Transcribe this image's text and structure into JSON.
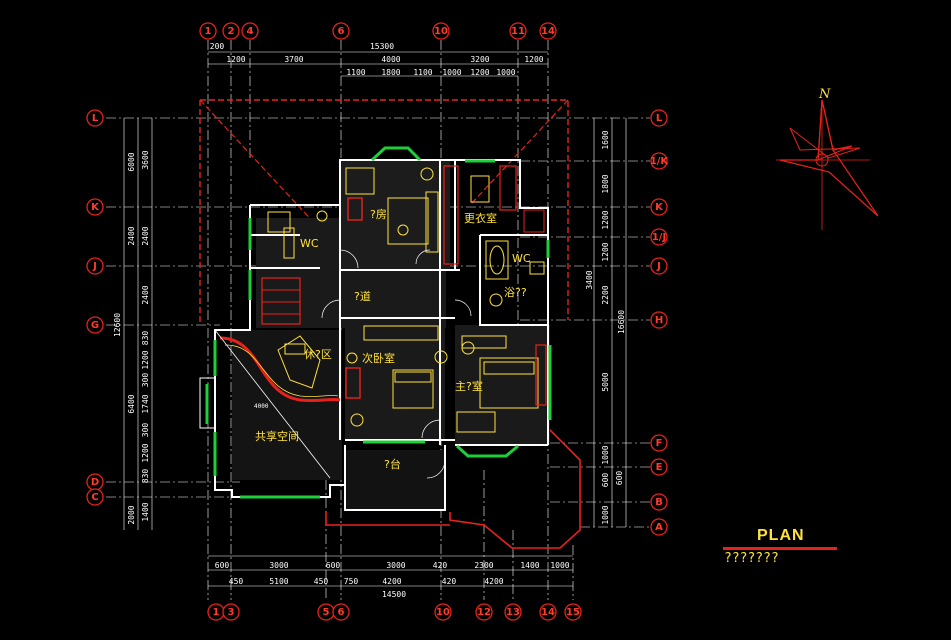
{
  "title_block": {
    "title": "PLAN",
    "subtitle": "???????"
  },
  "north_arrow": {
    "label": "N"
  },
  "grid_axes": {
    "top_numbers": [
      "1",
      "2",
      "4",
      "6",
      "10",
      "11",
      "14"
    ],
    "bottom_numbers": [
      "1",
      "3",
      "5",
      "6",
      "10",
      "12",
      "13",
      "14",
      "15"
    ],
    "left_letters": [
      "L",
      "K",
      "J",
      "G",
      "D",
      "C"
    ],
    "right_letters": [
      "L",
      "1/K",
      "K",
      "1/J",
      "J",
      "H",
      "F",
      "E",
      "B",
      "A"
    ]
  },
  "dimensions": {
    "top_total": "15300",
    "top_row2": [
      "200",
      "1200",
      "3700",
      "4000",
      "3200",
      "1200"
    ],
    "top_row3": [
      "1100",
      "1800",
      "1100",
      "1000",
      "1200",
      "1000"
    ],
    "bottom_row1": [
      "600",
      "3000",
      "600",
      "3000",
      "420",
      "2300",
      "1400",
      "1000"
    ],
    "bottom_row2": [
      "450",
      "5100",
      "450",
      "750",
      "4200",
      "420",
      "4200"
    ],
    "bottom_total": "14500",
    "left_outer": [
      "6000",
      "2400",
      "6400",
      "2000"
    ],
    "left_total": "12600",
    "left_inner": [
      "3600",
      "2400",
      "2400",
      "830",
      "1200",
      "300",
      "1740",
      "300",
      "1200",
      "830",
      "1400"
    ],
    "right_inner": [
      "1600",
      "1800",
      "1200",
      "1200",
      "2200",
      "5000",
      "1000",
      "600",
      "1000"
    ],
    "right_mid": [
      "3400",
      "16600"
    ],
    "right_total": "600"
  },
  "rooms": {
    "study": "?房",
    "closet": "更衣室",
    "wc1": "WC",
    "wc2": "WC",
    "bath": "浴??",
    "corridor": "?道",
    "lounge": "休?区",
    "second_bedroom": "次卧室",
    "master_bedroom": "主?室",
    "shared_space": "共享空间",
    "balcony": "?台",
    "void_mark": "4000"
  }
}
